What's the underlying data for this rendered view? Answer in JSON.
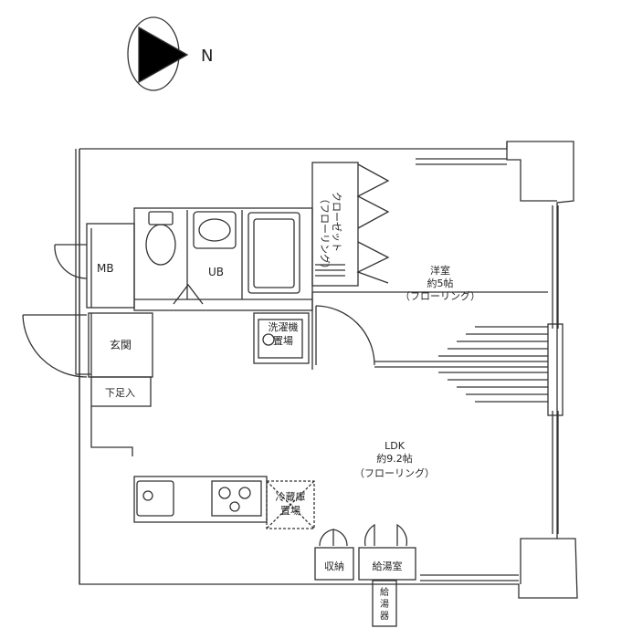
{
  "compass": {
    "letter": "N"
  },
  "rooms": {
    "mb": {
      "label": "MB"
    },
    "ub": {
      "label": "UB"
    },
    "closet": {
      "name": "クローゼット",
      "floor": "（フローリング）"
    },
    "western": {
      "name": "洋室",
      "size": "約5帖",
      "floor": "（フローリング）"
    },
    "washer": {
      "line1": "洗濯機",
      "line2": "置場"
    },
    "entrance": {
      "label": "玄関"
    },
    "shoe": {
      "label": "下足入"
    },
    "ldk": {
      "name": "LDK",
      "size": "約9.2帖",
      "floor": "（フローリング）"
    },
    "fridge": {
      "line1": "冷蔵庫",
      "line2": "置場"
    },
    "storage": {
      "label": "収納"
    },
    "heater_closet": {
      "label": "給湯室"
    },
    "heater": {
      "line1": "給",
      "line2": "湯",
      "line3": "器"
    }
  },
  "colors": {
    "line": "#333333",
    "fill": "#000000"
  }
}
